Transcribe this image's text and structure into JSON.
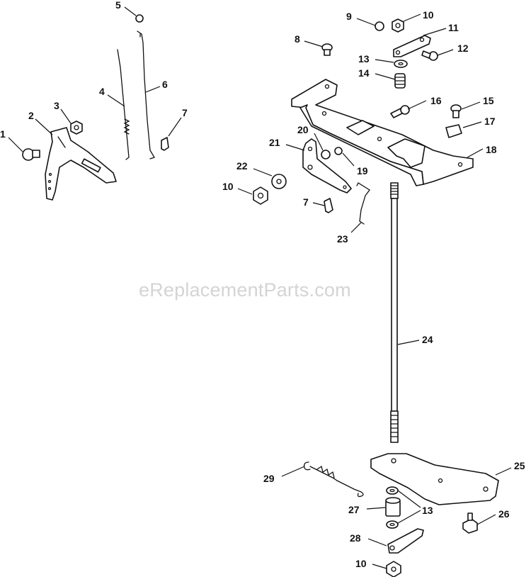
{
  "watermark": "eReplacementParts.com",
  "callouts": {
    "c1": "1",
    "c2": "2",
    "c3": "3",
    "c4": "4",
    "c5": "5",
    "c6": "6",
    "c7a": "7",
    "c7b": "7",
    "c8": "8",
    "c9": "9",
    "c10a": "10",
    "c10b": "10",
    "c10c": "10",
    "c11": "11",
    "c12": "12",
    "c13a": "13",
    "c13b": "13",
    "c14": "14",
    "c15": "15",
    "c16": "16",
    "c17": "17",
    "c18": "18",
    "c19": "19",
    "c20": "20",
    "c21": "21",
    "c22": "22",
    "c23": "23",
    "c24": "24",
    "c25": "25",
    "c26": "26",
    "c27": "27",
    "c28": "28",
    "c29": "29"
  }
}
